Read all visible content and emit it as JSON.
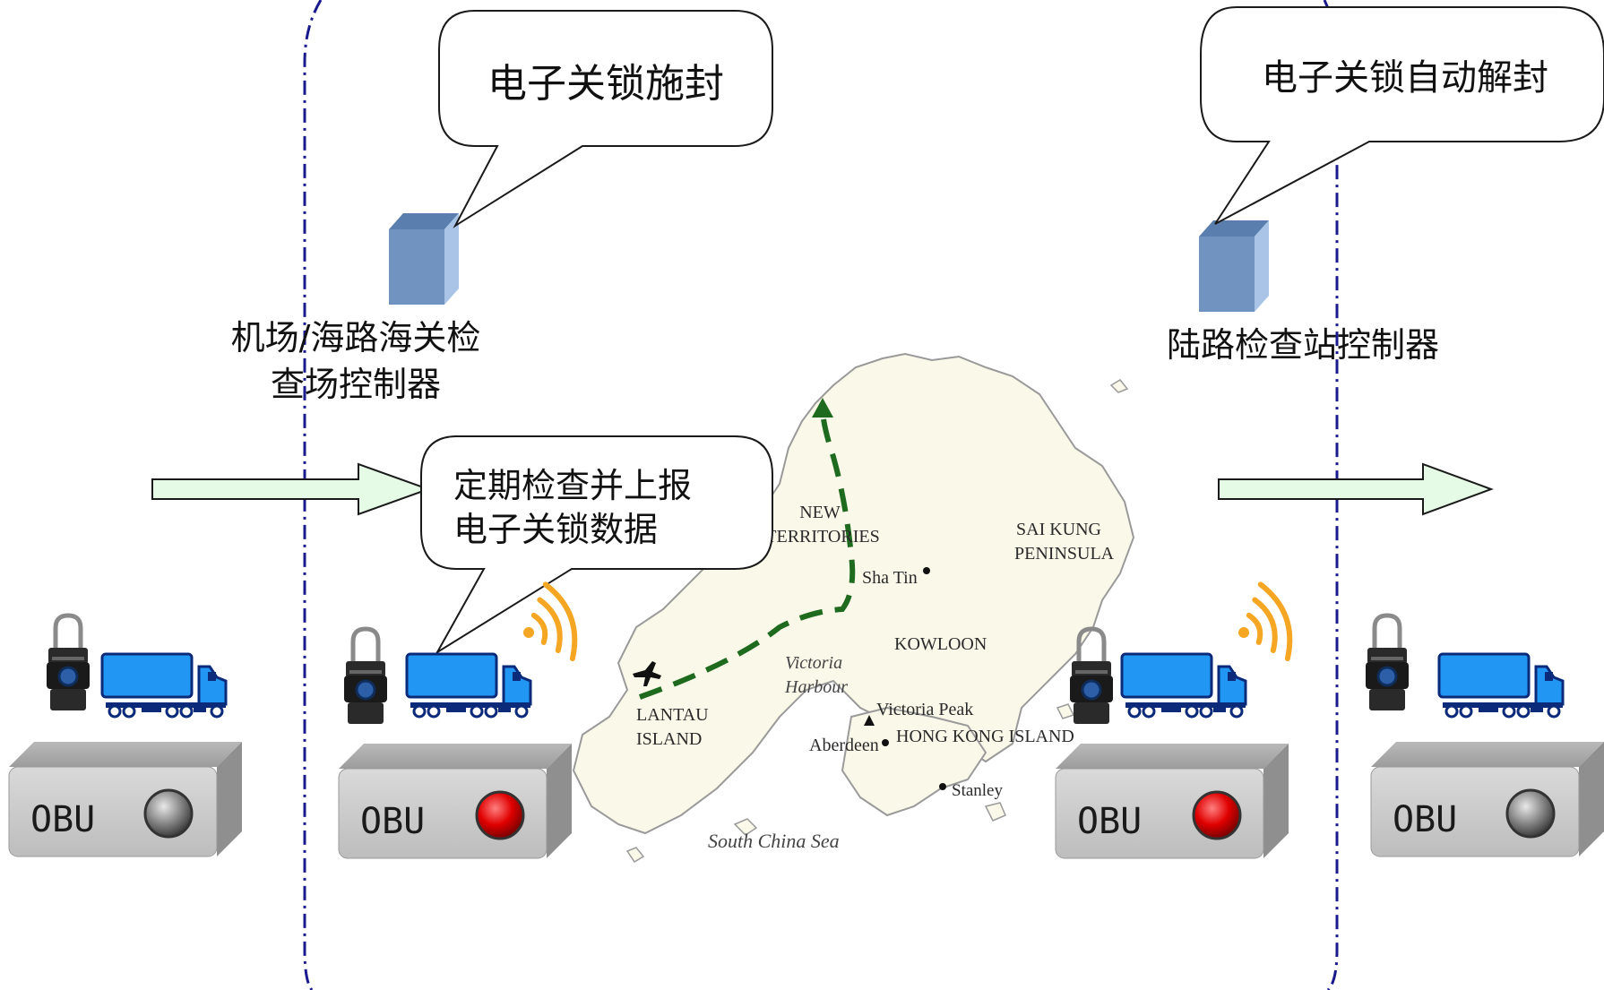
{
  "callouts": {
    "seal": "电子关锁施封",
    "auto_unseal": "电子关锁自动解封",
    "periodic_line1": "定期检查并上报",
    "periodic_line2": "电子关锁数据"
  },
  "controllers": {
    "airport_line1": "机场/海路海关检",
    "airport_line2": "查场控制器",
    "land": "陆路检查站控制器"
  },
  "map": {
    "new_territories_1": "NEW",
    "new_territories_2": "TERRITORIES",
    "sha_tin": "Sha Tin",
    "sai_kung_1": "SAI KUNG",
    "sai_kung_2": "PENINSULA",
    "kowloon": "KOWLOON",
    "victoria_harbour_1": "Victoria",
    "victoria_harbour_2": "Harbour",
    "lantau_1": "LANTAU",
    "lantau_2": "ISLAND",
    "victoria_peak": "Victoria Peak",
    "aberdeen": "Aberdeen",
    "hk_island": "HONG KONG ISLAND",
    "stanley": "Stanley",
    "south_china_sea": "South China Sea"
  },
  "obu_units": [
    {
      "label": "OBU",
      "status": "idle",
      "led_color": "#8a8a8a"
    },
    {
      "label": "OBU",
      "status": "active",
      "led_color": "#e00000"
    },
    {
      "label": "OBU",
      "status": "active",
      "led_color": "#e00000"
    },
    {
      "label": "OBU",
      "status": "idle",
      "led_color": "#8a8a8a"
    }
  ],
  "colors": {
    "zone_border": "#1a1a8c",
    "arrow_fill": "#e6fbe6",
    "route": "#1e6a1e",
    "truck": "#2196f3",
    "signal": "#f5a623",
    "controller": "#7093bf"
  }
}
